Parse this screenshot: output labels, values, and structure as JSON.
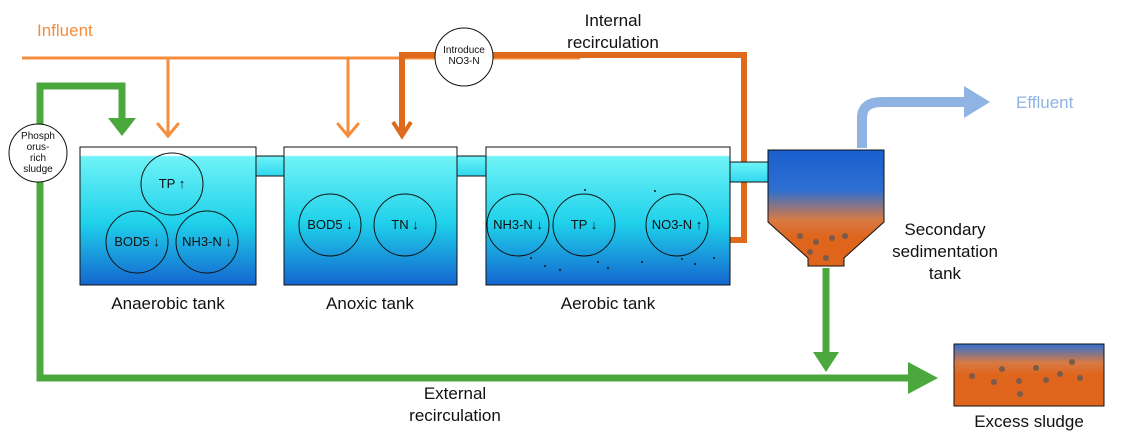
{
  "labels": {
    "influent": "Influent",
    "effluent": "Effluent",
    "internal_recirculation_line1": "Internal",
    "internal_recirculation_line2": "recirculation",
    "external_recirculation_line1": "External",
    "external_recirculation_line2": "recirculation",
    "introduce_line1": "Introduce",
    "introduce_line2": "NO3-N",
    "phosphorus_line1": "Phosph",
    "phosphorus_line2": "orus-",
    "phosphorus_line3": "rich",
    "phosphorus_line4": "sludge",
    "secondary_line1": "Secondary",
    "secondary_line2": "sedimentation",
    "secondary_line3": "tank",
    "excess_sludge": "Excess sludge"
  },
  "tanks": {
    "anaerobic": {
      "name": "Anaerobic tank",
      "indicators": [
        {
          "label": "TP",
          "trend": "↑"
        },
        {
          "label": "BOD5",
          "trend": "↓"
        },
        {
          "label": "NH3-N",
          "trend": "↓"
        }
      ]
    },
    "anoxic": {
      "name": "Anoxic tank",
      "indicators": [
        {
          "label": "BOD5",
          "trend": "↓"
        },
        {
          "label": "TN",
          "trend": "↓"
        }
      ]
    },
    "aerobic": {
      "name": "Aerobic tank",
      "indicators": [
        {
          "label": "NH3-N",
          "trend": "↓"
        },
        {
          "label": "TP",
          "trend": "↓"
        },
        {
          "label": "NO3-N",
          "trend": "↑"
        }
      ]
    }
  },
  "colors": {
    "influent_orange": "#f58d3c",
    "internal_orange": "#e06a1c",
    "green": "#4aa83c",
    "effluent_blue": "#8fb4e3",
    "water_top": "#6ff3f8",
    "water_bottom": "#1b6fd6",
    "sludge": "#e0651c"
  }
}
